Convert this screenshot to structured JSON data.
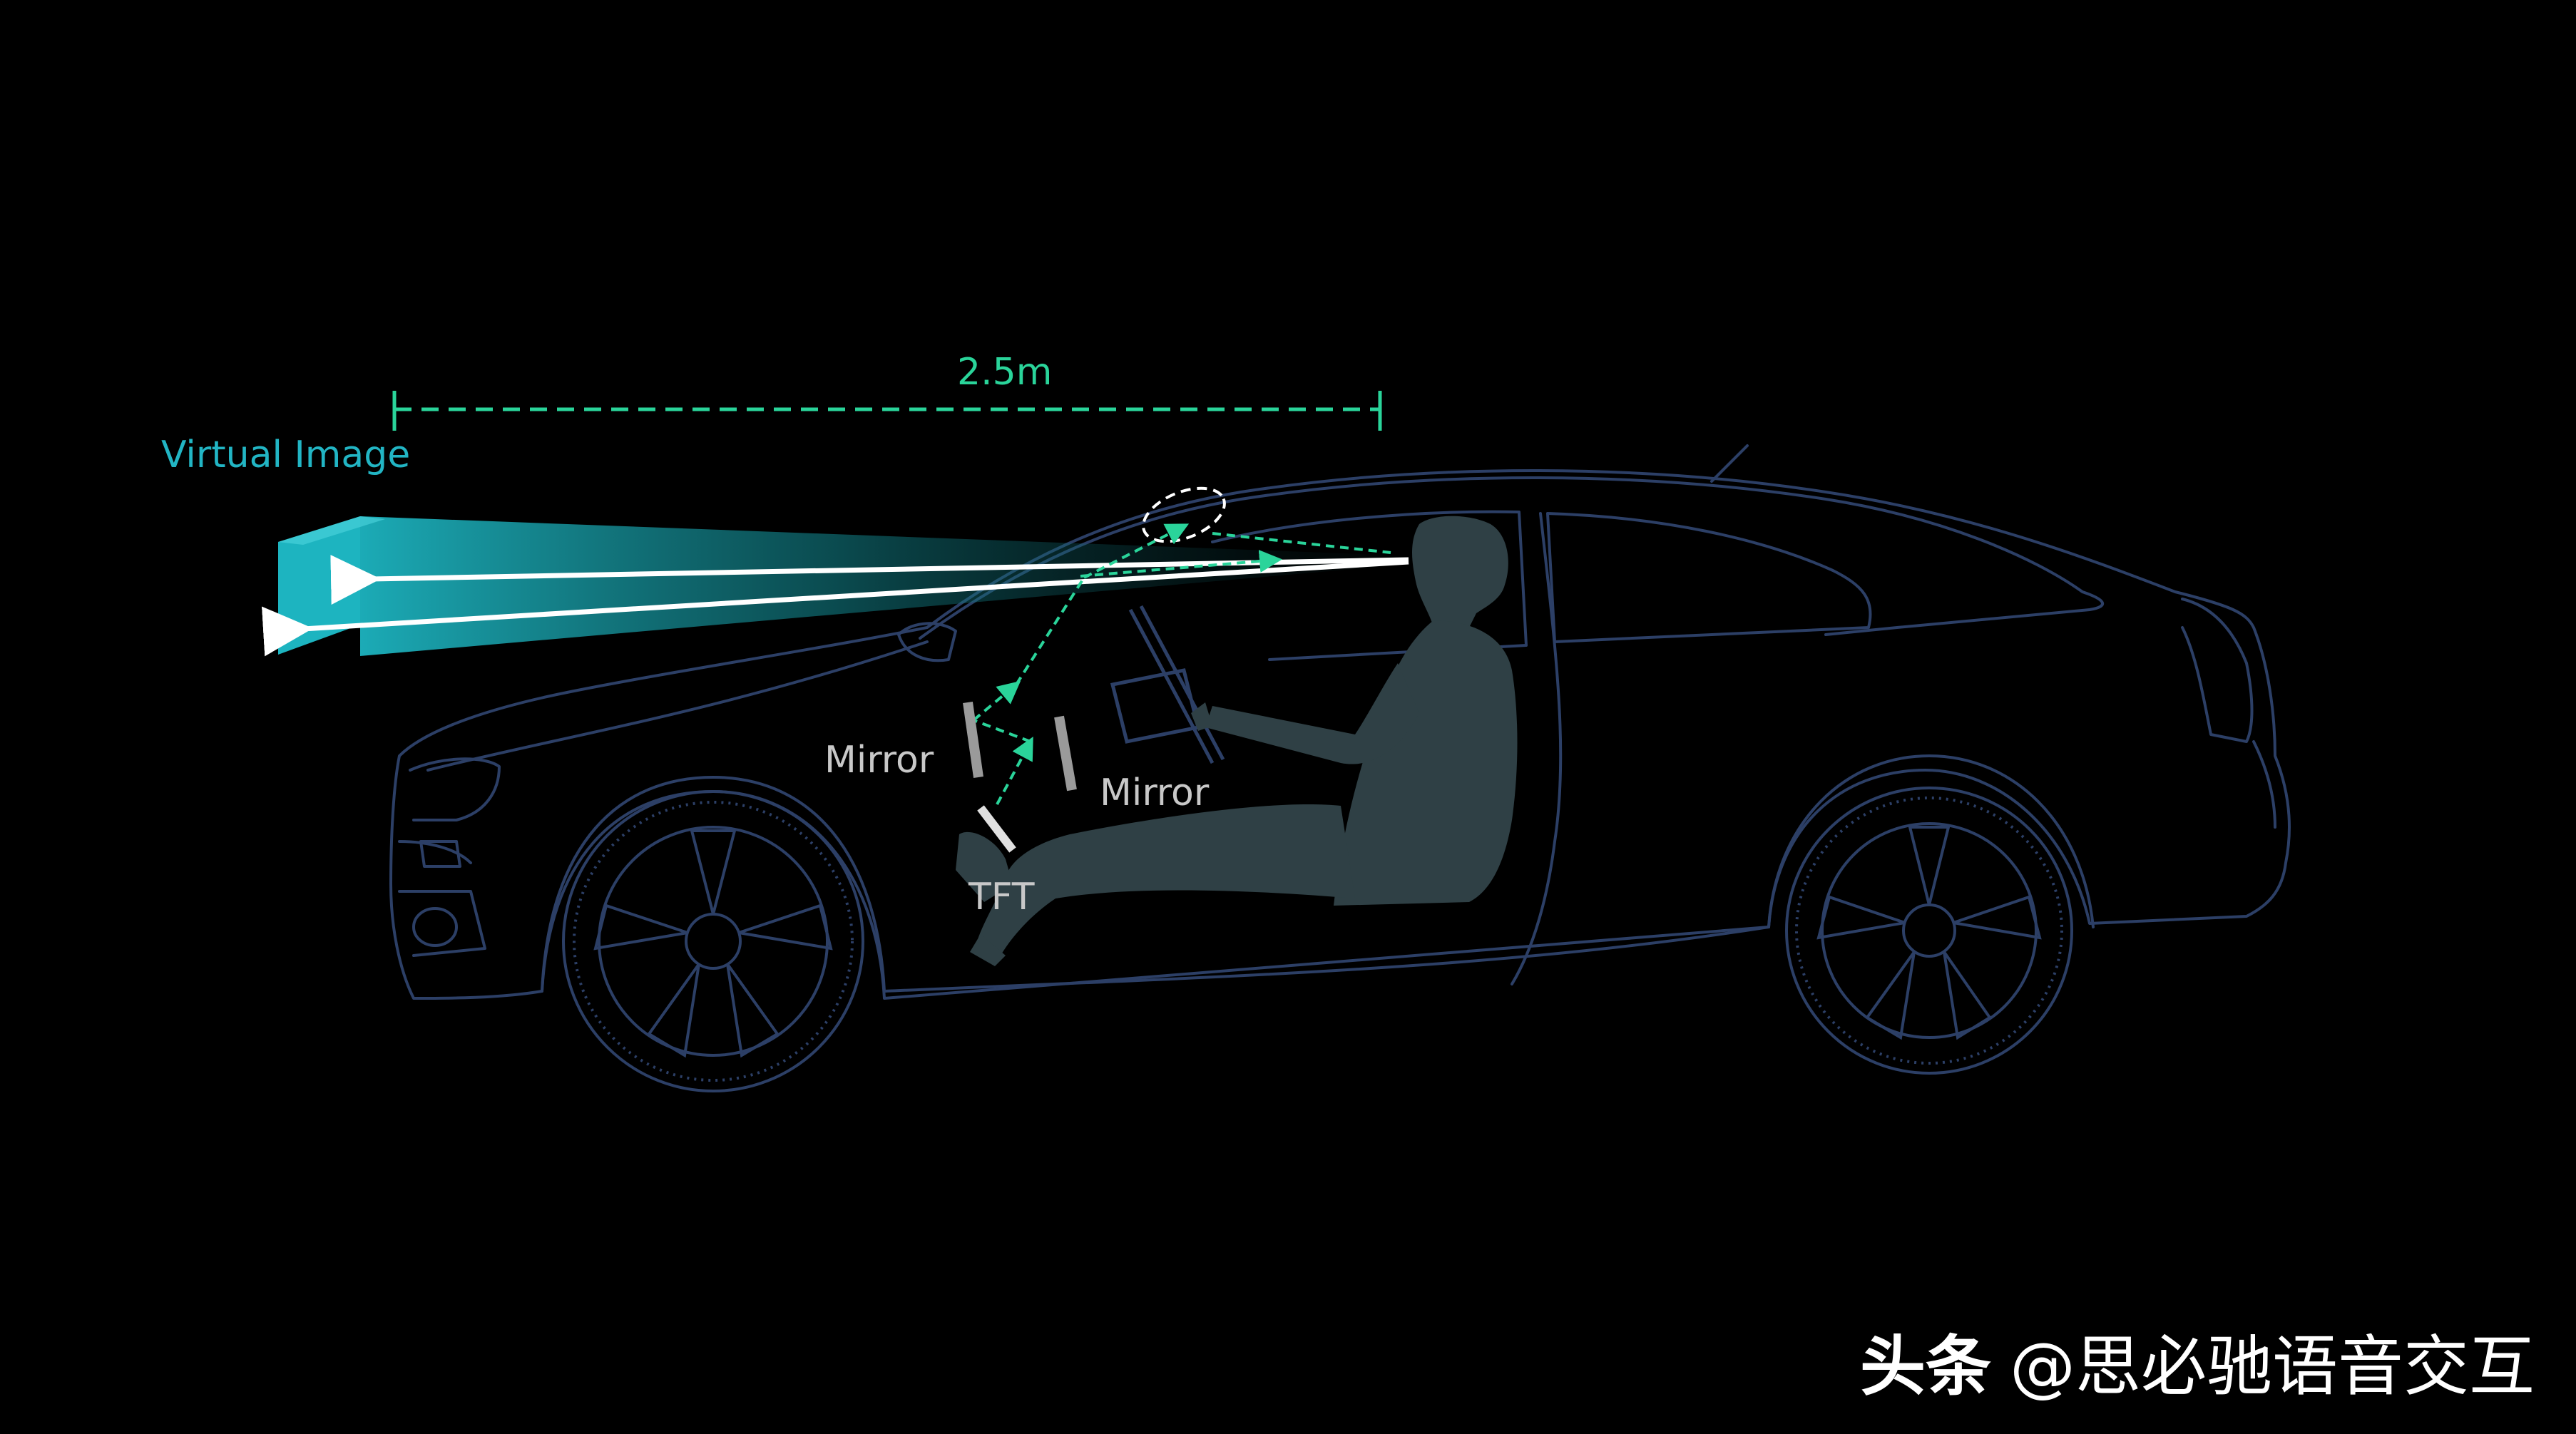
{
  "diagram": {
    "virtual_image_label": "Virtual Image",
    "distance_label": "2.5m",
    "mirror_label_left": "Mirror",
    "mirror_label_right": "Mirror",
    "tft_label": "TFT"
  },
  "watermark": {
    "brand": "头条",
    "handle": "@思必驰语音交互"
  },
  "colors": {
    "background": "#000000",
    "car_outline": "#2c3f66",
    "virtual_image": "#1db4c0",
    "dashed_beam": "#2ad49a",
    "driver_silhouette": "#2f4045",
    "mirror": "#9a9a9a",
    "label_text": "#c8c8c8"
  }
}
